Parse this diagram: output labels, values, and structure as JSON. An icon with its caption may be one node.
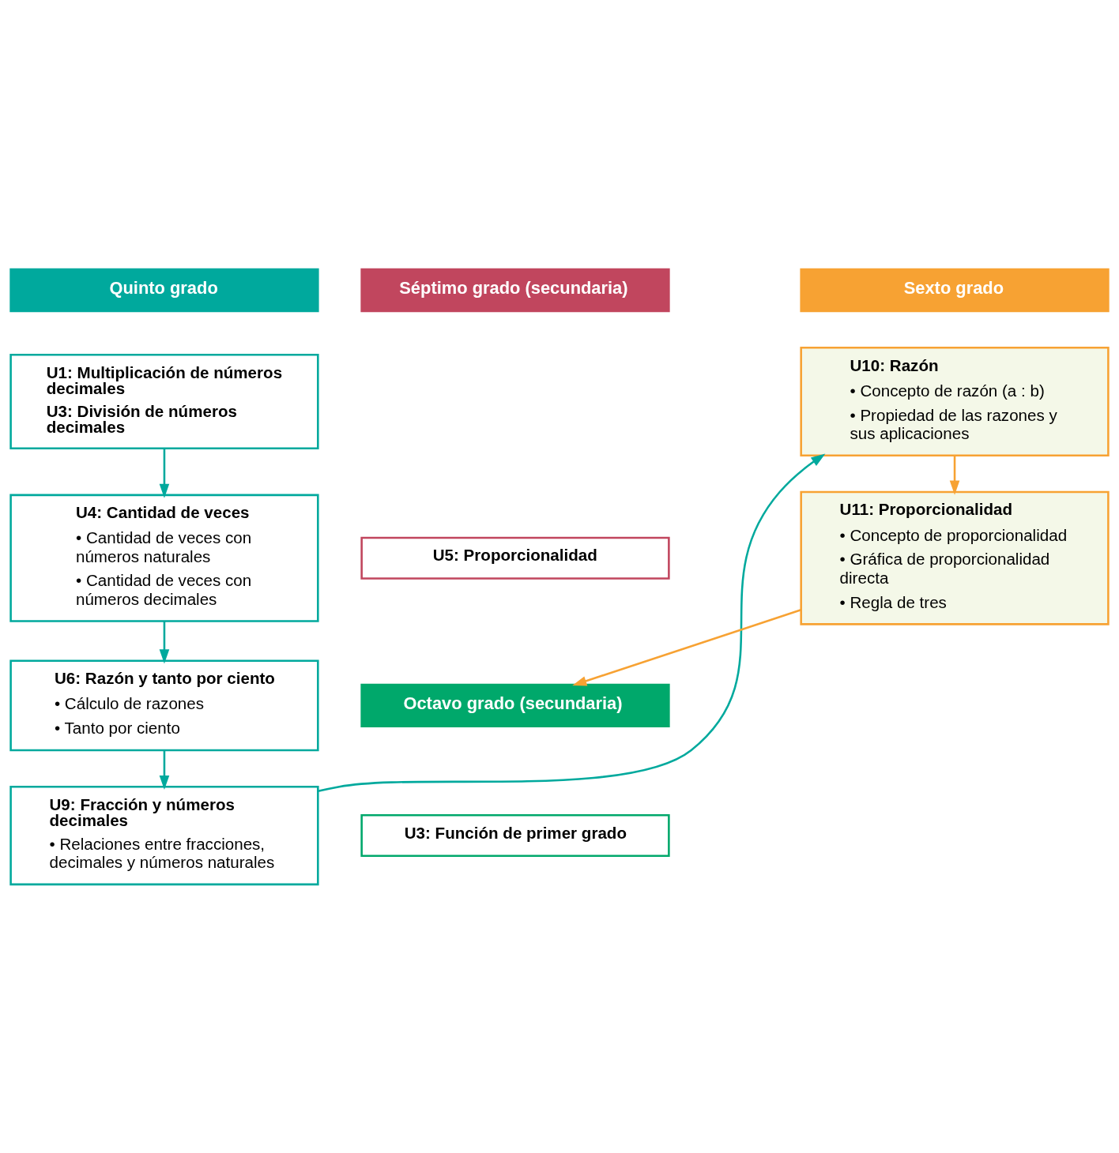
{
  "diagram": {
    "nodes": [
      {
        "text": [
          "Quinto grado"
        ]
      },
      {
        "text": [
          "U1: Multiplicación de números decimales",
          "U3: División de números decimales"
        ]
      },
      {
        "text": [
          "U4: Cantidad de veces",
          "• Cantidad de veces con números naturales",
          "• Cantidad de veces con números decimales"
        ]
      },
      {
        "text": [
          "U6: Razón y tanto por ciento",
          "• Cálculo de razones",
          "• Tanto por ciento"
        ]
      },
      {
        "text": [
          "U9: Fracción y números decimales",
          "• Relaciones entre fracciones, decimales y números naturales"
        ]
      },
      {
        "text": [
          "Sexto grado"
        ]
      },
      {
        "text": [
          "U10: Razón",
          "• Concepto de razón (a : b)",
          "• Propiedad de las razones y sus aplicaciones"
        ]
      },
      {
        "text": [
          "U11: Proporcionalidad",
          "• Concepto de proporcionalidad",
          "• Gráfica de proporcionalidad directa",
          "• Regla de tres"
        ]
      },
      {
        "text": [
          "Séptimo grado (secundaria)"
        ]
      },
      {
        "text": [
          "U5: Proporcionalidad"
        ]
      },
      {
        "text": [
          "Octavo grado (secundaria)"
        ]
      },
      {
        "text": [
          "U3: Función de primer grado"
        ]
      }
    ],
    "edges": [
      {
        "from": 1,
        "to": 2,
        "arrow": "to"
      },
      {
        "from": 2,
        "to": 3,
        "arrow": "to"
      },
      {
        "from": 3,
        "to": 4,
        "arrow": "to"
      },
      {
        "from": 4,
        "to": 6,
        "arrow": "to"
      },
      {
        "from": 6,
        "to": 7,
        "arrow": "to",
        "color": "#f7a233"
      },
      {
        "from": 7,
        "to": 10,
        "arrow": "to",
        "color": "#f7a233"
      }
    ]
  }
}
